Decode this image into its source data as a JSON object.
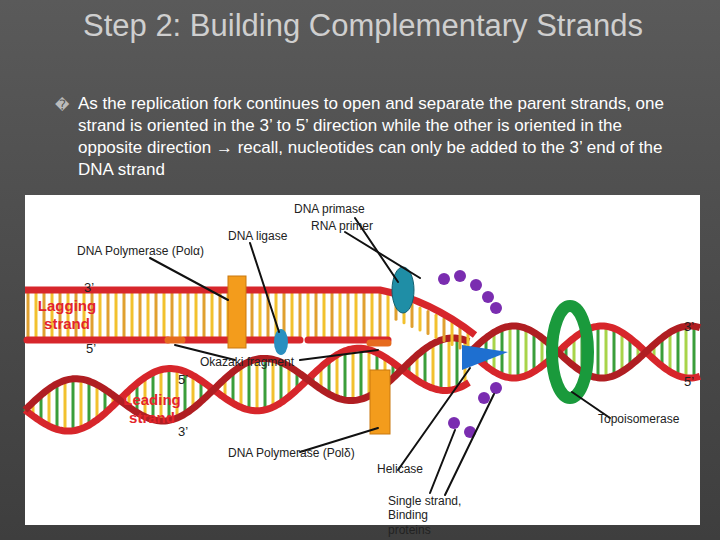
{
  "diagram": {
    "title": "Step 2: Building Complementary Strands",
    "labels": [
      "�",
      "As the replication fork continues to open and separate the parent strands, one strand is oriented in the 3’ to 5’ direction while the other is oriented in the opposite direction → recall, nucleotides can only be added to the 3’ end of the DNA strand",
      "DNA primase",
      "RNA primer",
      "DNA ligase",
      "DNA Polymerase (Polα)",
      "3’",
      "Lagging strand",
      "5’",
      "Okazaki fragment",
      "5’",
      "Leading strand",
      "3’",
      "3’",
      "5’",
      "Topoisomerase",
      "DNA Polymerase (Polδ)",
      "Helicase",
      "Single strand, Binding proteins"
    ]
  }
}
